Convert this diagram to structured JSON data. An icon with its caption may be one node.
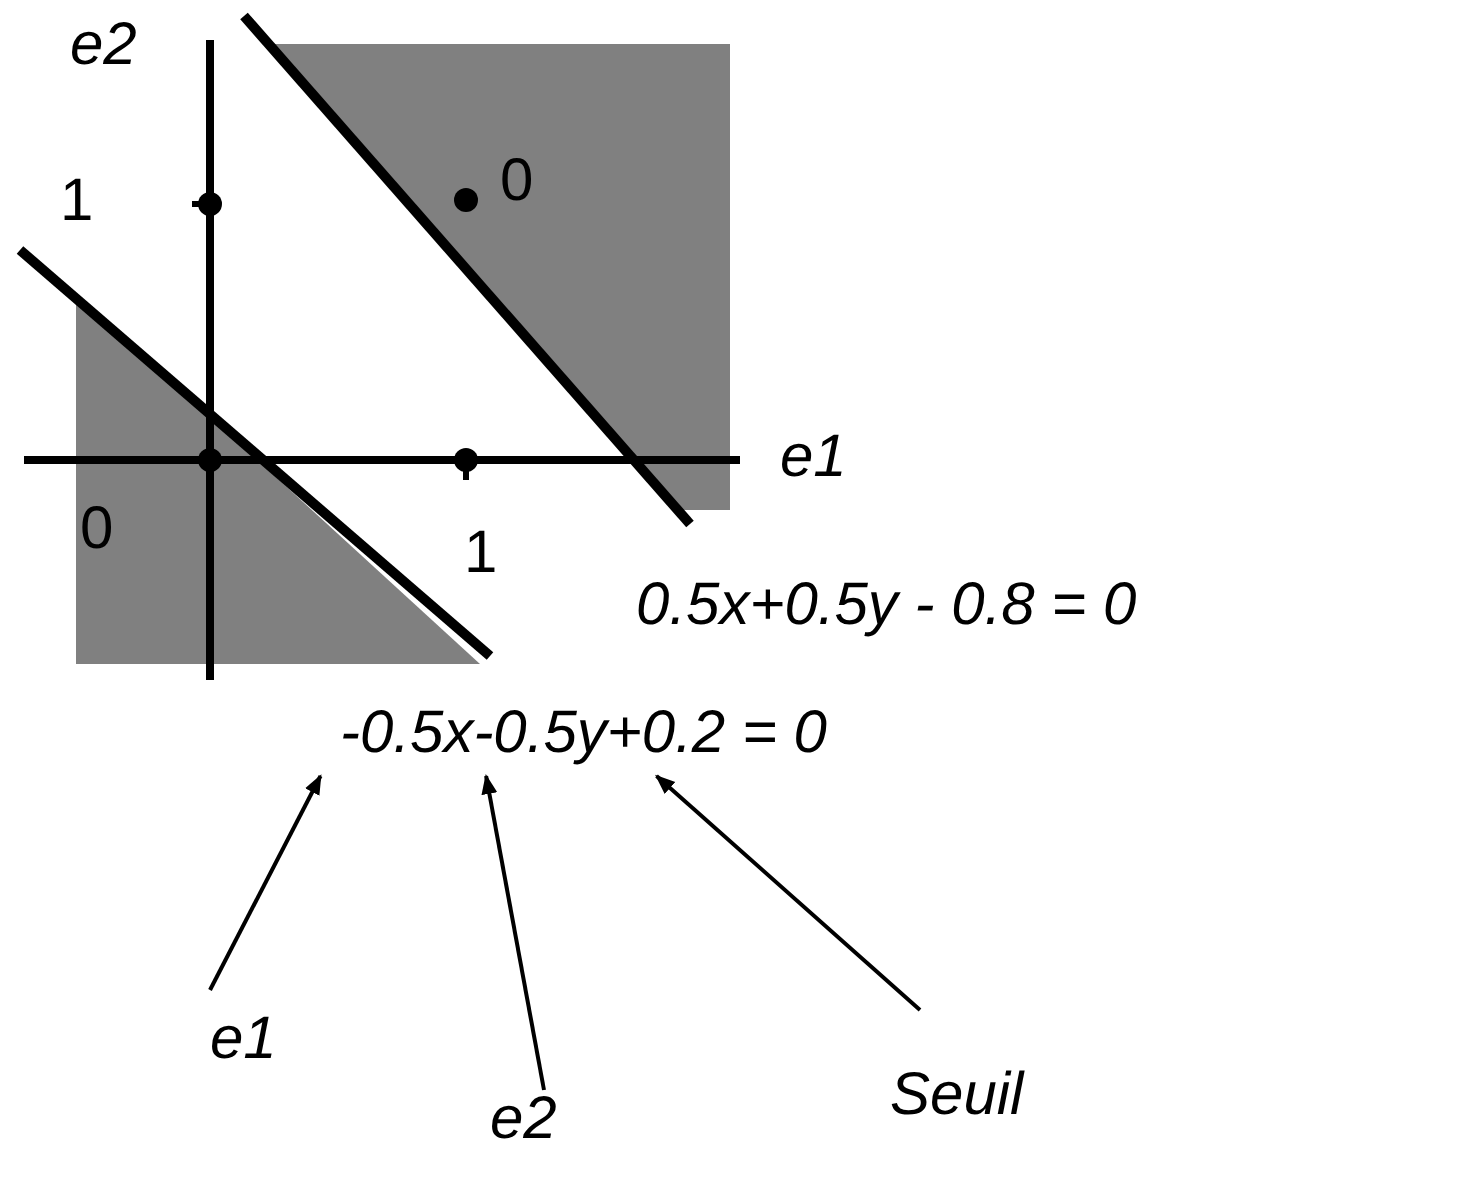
{
  "diagram": {
    "nodes": [
      {
        "text": [
          "-0.5x-0.5y+0.2 = 0"
        ]
      },
      {
        "text": [
          "e1"
        ]
      },
      {
        "text": [
          "e2"
        ]
      },
      {
        "text": [
          "Seuil"
        ]
      }
    ],
    "edges": [
      {
        "from": 1,
        "to": 0,
        "arrow": "to"
      },
      {
        "from": 2,
        "to": 0,
        "arrow": "to"
      },
      {
        "from": 3,
        "to": 0,
        "arrow": "to"
      }
    ],
    "labels": [
      "e2",
      "1",
      "0",
      "e1",
      "0",
      "1",
      "0.5x+0.5y - 0.8 = 0"
    ]
  }
}
